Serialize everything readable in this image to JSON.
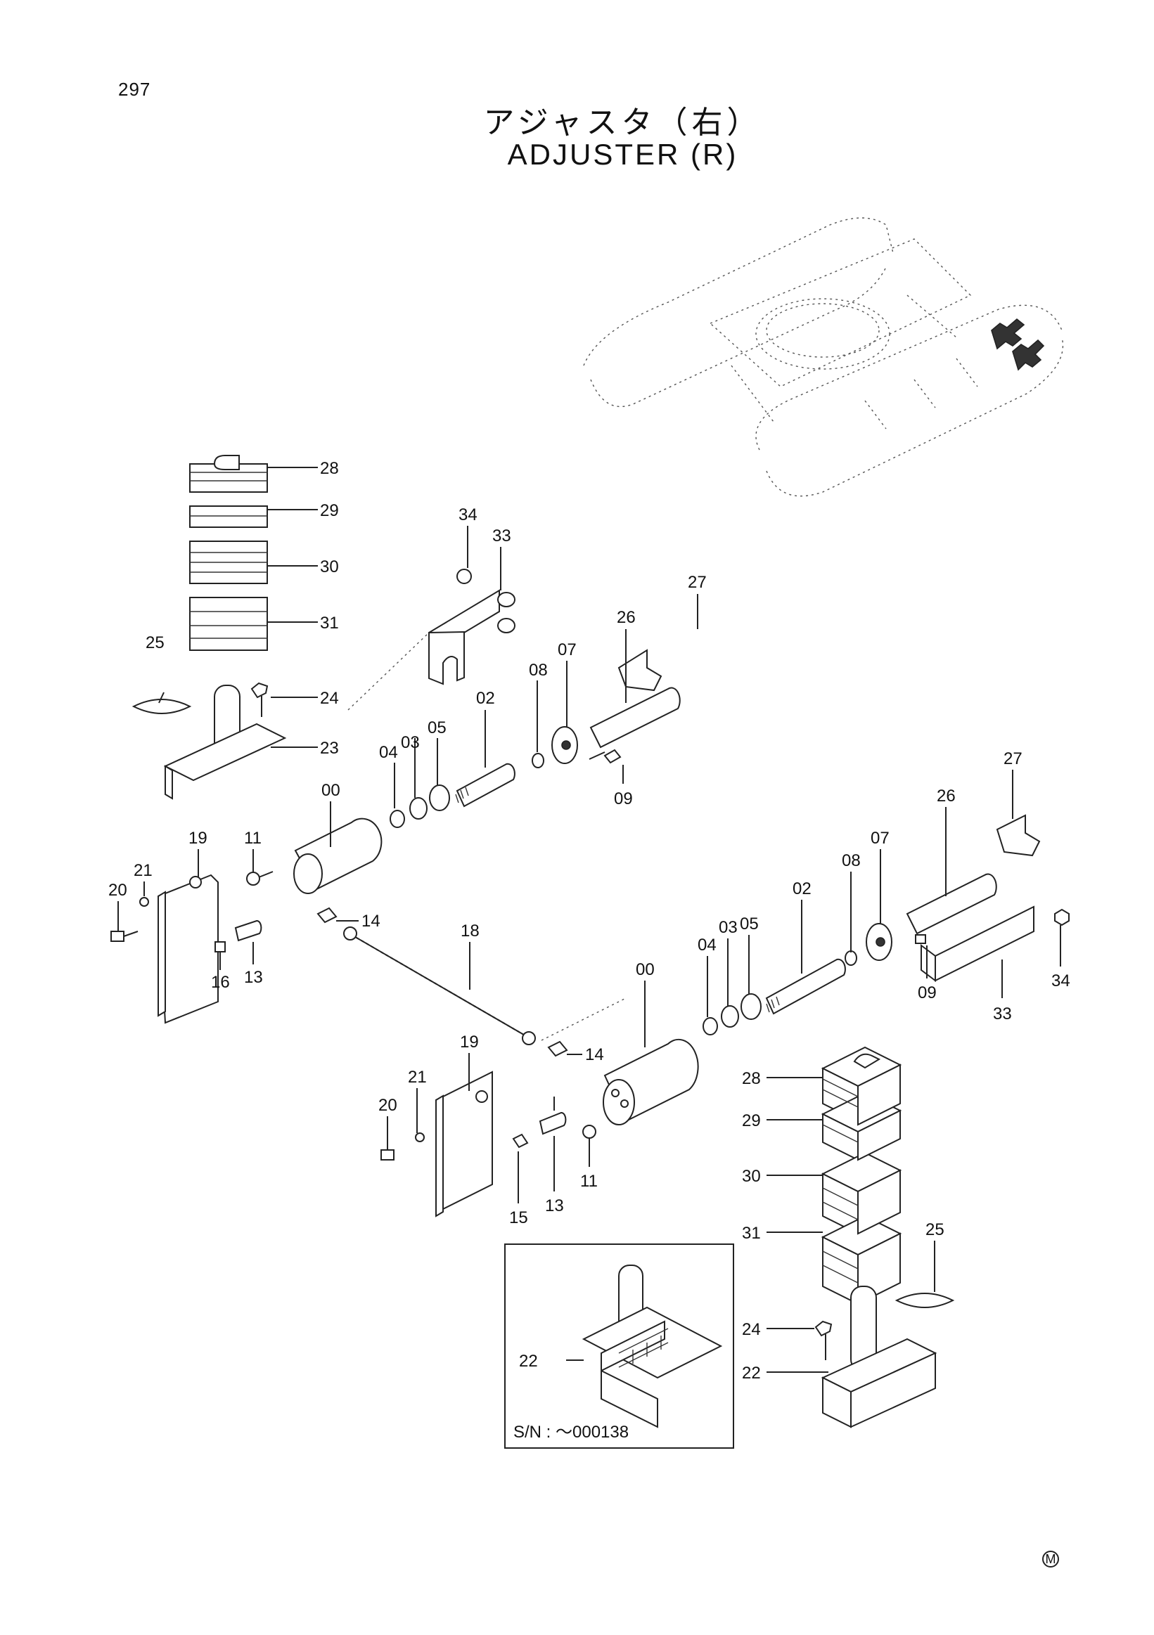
{
  "page": {
    "number": "297"
  },
  "title": {
    "japanese": "アジャスタ（右）",
    "english": "ADJUSTER (R)"
  },
  "callouts": {
    "upper_shims": [
      "28",
      "29",
      "30",
      "31"
    ],
    "upper_left": [
      "25",
      "24",
      "23"
    ],
    "upper_bracket": [
      "34",
      "33"
    ],
    "upper_cylinder": [
      "00",
      "04",
      "03",
      "05",
      "02",
      "08",
      "07",
      "26",
      "27",
      "09"
    ],
    "left_side": [
      "19",
      "21",
      "20",
      "11",
      "16",
      "13",
      "14"
    ],
    "hose": [
      "18"
    ],
    "lower_cylinder": [
      "00",
      "04",
      "03",
      "05",
      "02",
      "08",
      "07",
      "26",
      "27",
      "09",
      "33",
      "34"
    ],
    "lower_mid": [
      "19",
      "21",
      "20",
      "14",
      "15",
      "13",
      "11"
    ],
    "lower_shims": [
      "28",
      "29",
      "30",
      "31"
    ],
    "lower_right": [
      "25",
      "24",
      "22"
    ],
    "inset": [
      "22"
    ]
  },
  "inset": {
    "serial_note": "S/N : ～000138"
  },
  "footer_mark": "M"
}
